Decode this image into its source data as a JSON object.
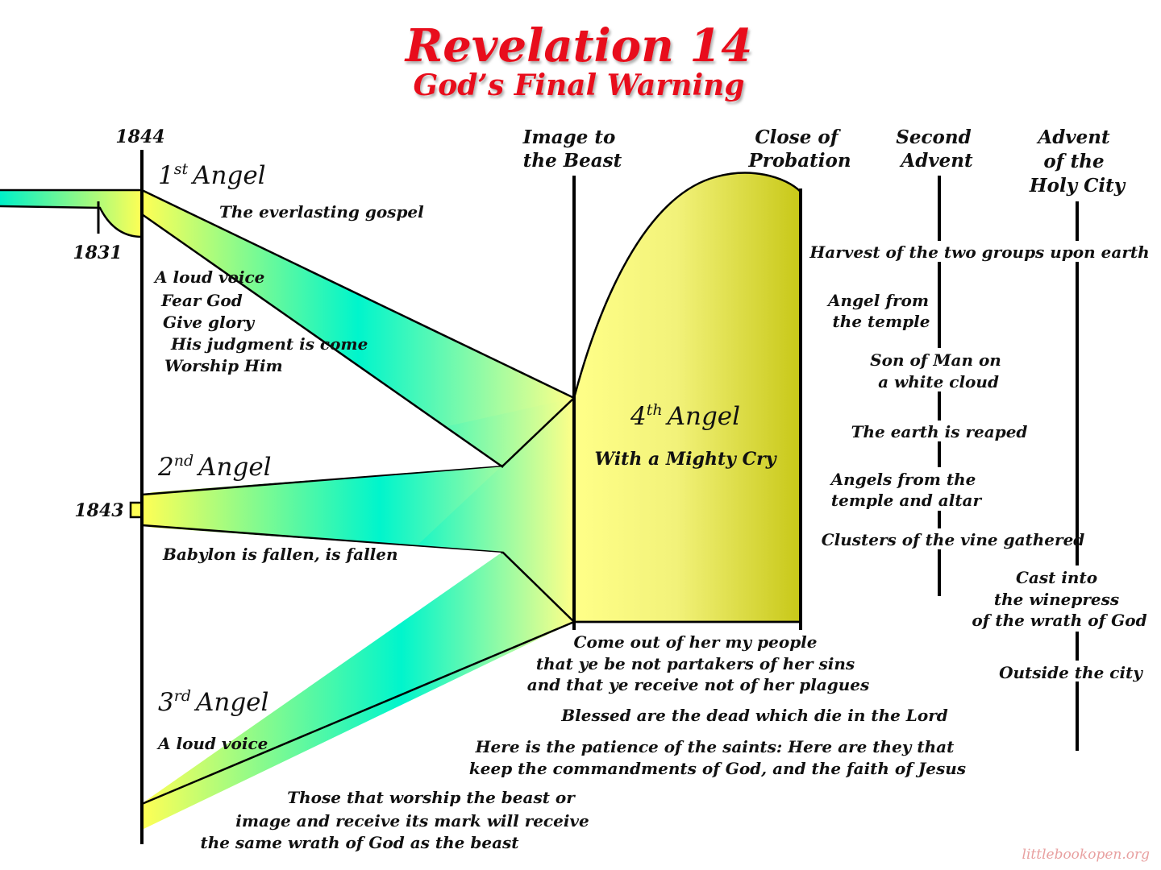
{
  "title": "Revelation 14",
  "subtitle": "God’s Final Warning",
  "years": {
    "y1844": "1844",
    "y1831": "1831",
    "y1843": "1843"
  },
  "headers": {
    "image_to_beast": [
      "Image to",
      "the Beast"
    ],
    "close_probation": [
      "Close of",
      "Probation"
    ],
    "second_advent": [
      "Second",
      "Advent"
    ],
    "advent_holy_city": [
      "Advent",
      "of the",
      "Holy City"
    ]
  },
  "angels": {
    "first": {
      "num": "1",
      "sup": "st",
      "label": "Angel"
    },
    "second": {
      "num": "2",
      "sup": "nd",
      "label": "Angel"
    },
    "third": {
      "num": "3",
      "sup": "rd",
      "label": "Angel"
    },
    "fourth": {
      "num": "4",
      "sup": "th",
      "label": "Angel"
    }
  },
  "first_angel_messages": [
    "The everlasting gospel",
    "A loud voice",
    "Fear God",
    "Give glory",
    "His judgment is come",
    "Worship Him"
  ],
  "second_angel_message": "Babylon is fallen, is fallen",
  "third_angel_messages": [
    "A loud voice",
    "Those that worship the beast or",
    "image and receive its mark will receive",
    "the same wrath of God as the beast"
  ],
  "fourth_angel_message": "With a Mighty Cry",
  "come_out": [
    "Come out of her my people",
    "that ye be not partakers of her sins",
    "and that ye receive not of her plagues"
  ],
  "blessed": "Blessed are the dead which die in the Lord",
  "patience": [
    "Here is the patience of the saints: Here are they that",
    "keep the commandments of God, and the faith of Jesus"
  ],
  "timeline_events": {
    "harvest": "Harvest of the two groups upon earth",
    "angel_temple": [
      "Angel from",
      "the temple"
    ],
    "son_of_man": [
      "Son of Man on",
      "a white cloud"
    ],
    "earth_reaped": "The earth is reaped",
    "angels_altar": [
      "Angels from the",
      "temple and altar"
    ],
    "clusters": "Clusters of the vine gathered",
    "winepress": [
      "Cast into",
      "the winepress",
      "of the wrath of God"
    ],
    "outside": "Outside the city"
  },
  "watermark": "littlebookopen.org",
  "colors": {
    "title": "#e8101a",
    "yellow": "#ffff66",
    "cyan": "#00f5cc",
    "olive": "#cccc22",
    "line": "#000000"
  }
}
